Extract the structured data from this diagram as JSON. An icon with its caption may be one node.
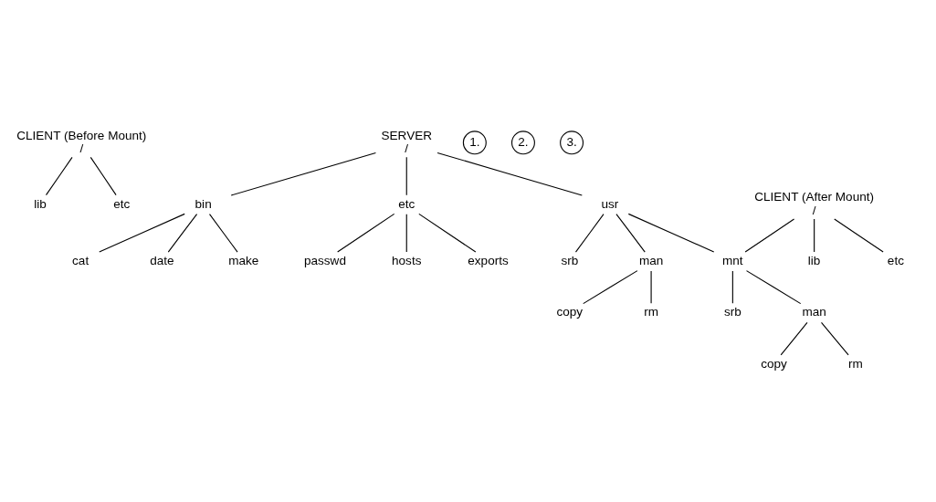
{
  "diagram": {
    "nodes": [
      {
        "text": [
          "CLIENT (Before Mount)",
          "/"
        ]
      },
      {
        "text": [
          "lib"
        ]
      },
      {
        "text": [
          "etc"
        ]
      },
      {
        "text": [
          "SERVER",
          "/"
        ]
      },
      {
        "text": [
          "bin"
        ]
      },
      {
        "text": [
          "etc"
        ]
      },
      {
        "text": [
          "usr"
        ]
      },
      {
        "text": [
          "1."
        ]
      },
      {
        "text": [
          "cat"
        ]
      },
      {
        "text": [
          "date"
        ]
      },
      {
        "text": [
          "make"
        ]
      },
      {
        "text": [
          "passwd"
        ]
      },
      {
        "text": [
          "hosts"
        ]
      },
      {
        "text": [
          "exports"
        ]
      },
      {
        "text": [
          "srb"
        ]
      },
      {
        "text": [
          "man"
        ]
      },
      {
        "text": [
          "copy"
        ]
      },
      {
        "text": [
          "rm"
        ]
      },
      {
        "text": [
          "CLIENT (After Mount)",
          "/"
        ]
      },
      {
        "text": [
          "2."
        ]
      },
      {
        "text": [
          "lib"
        ]
      },
      {
        "text": [
          "etc"
        ]
      },
      {
        "text": [
          "mnt"
        ]
      },
      {
        "text": [
          "3."
        ]
      },
      {
        "text": [
          "srb"
        ]
      },
      {
        "text": [
          "man"
        ]
      },
      {
        "text": [
          "copy"
        ]
      },
      {
        "text": [
          "rm"
        ]
      }
    ],
    "edges": [
      {
        "from": 0,
        "to": 1,
        "arrow": "none"
      },
      {
        "from": 0,
        "to": 2,
        "arrow": "none"
      },
      {
        "from": 3,
        "to": 4,
        "arrow": "none"
      },
      {
        "from": 3,
        "to": 5,
        "arrow": "none"
      },
      {
        "from": 3,
        "to": 6,
        "arrow": "none"
      },
      {
        "from": 4,
        "to": 8,
        "arrow": "none"
      },
      {
        "from": 4,
        "to": 9,
        "arrow": "none"
      },
      {
        "from": 4,
        "to": 10,
        "arrow": "none"
      },
      {
        "from": 5,
        "to": 11,
        "arrow": "none"
      },
      {
        "from": 5,
        "to": 12,
        "arrow": "none"
      },
      {
        "from": 5,
        "to": 13,
        "arrow": "none"
      },
      {
        "from": 6,
        "to": 14,
        "arrow": "none"
      },
      {
        "from": 6,
        "to": 15,
        "arrow": "none"
      },
      {
        "from": 15,
        "to": 16,
        "arrow": "none"
      },
      {
        "from": 15,
        "to": 17,
        "arrow": "none"
      },
      {
        "from": 18,
        "to": 20,
        "arrow": "none"
      },
      {
        "from": 18,
        "to": 22,
        "arrow": "none"
      },
      {
        "from": 18,
        "to": 21,
        "arrow": "none"
      },
      {
        "from": 22,
        "to": 24,
        "arrow": "none"
      },
      {
        "from": 22,
        "to": 25,
        "arrow": "none"
      },
      {
        "from": 25,
        "to": 26,
        "arrow": "none"
      },
      {
        "from": 25,
        "to": 27,
        "arrow": "none"
      },
      {
        "from": 6,
        "to": 22,
        "arrow": "none"
      }
    ]
  }
}
